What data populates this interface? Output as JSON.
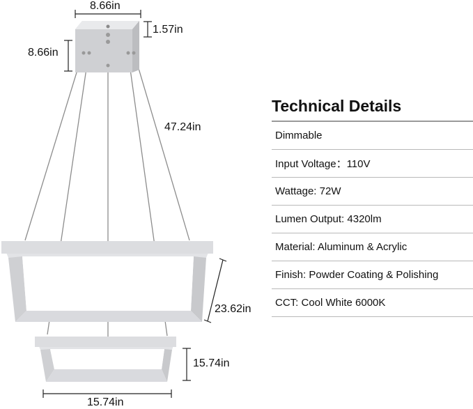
{
  "dimensions": {
    "canopy_width": "8.66in",
    "canopy_height": "1.57in",
    "canopy_depth": "8.66in",
    "cable_length": "47.24in",
    "large_ring": "23.62in",
    "small_ring_height": "15.74in",
    "small_ring_width": "15.74in"
  },
  "details": {
    "title": "Technical Details",
    "items": [
      "Dimmable",
      "Input Voltage：110V",
      "Wattage: 72W",
      "Lumen Output: 4320lm",
      "Material: Aluminum & Acrylic",
      "Finish: Powder Coating & Polishing",
      "CCT: Cool White 6000K"
    ]
  },
  "colors": {
    "frame_face": "#dcdde0",
    "frame_edge": "#c9cacd",
    "frame_inner": "#bfc0c3",
    "cable": "#8c8c8c",
    "dimension_line": "#222222",
    "divider": "#b8b8b8"
  }
}
